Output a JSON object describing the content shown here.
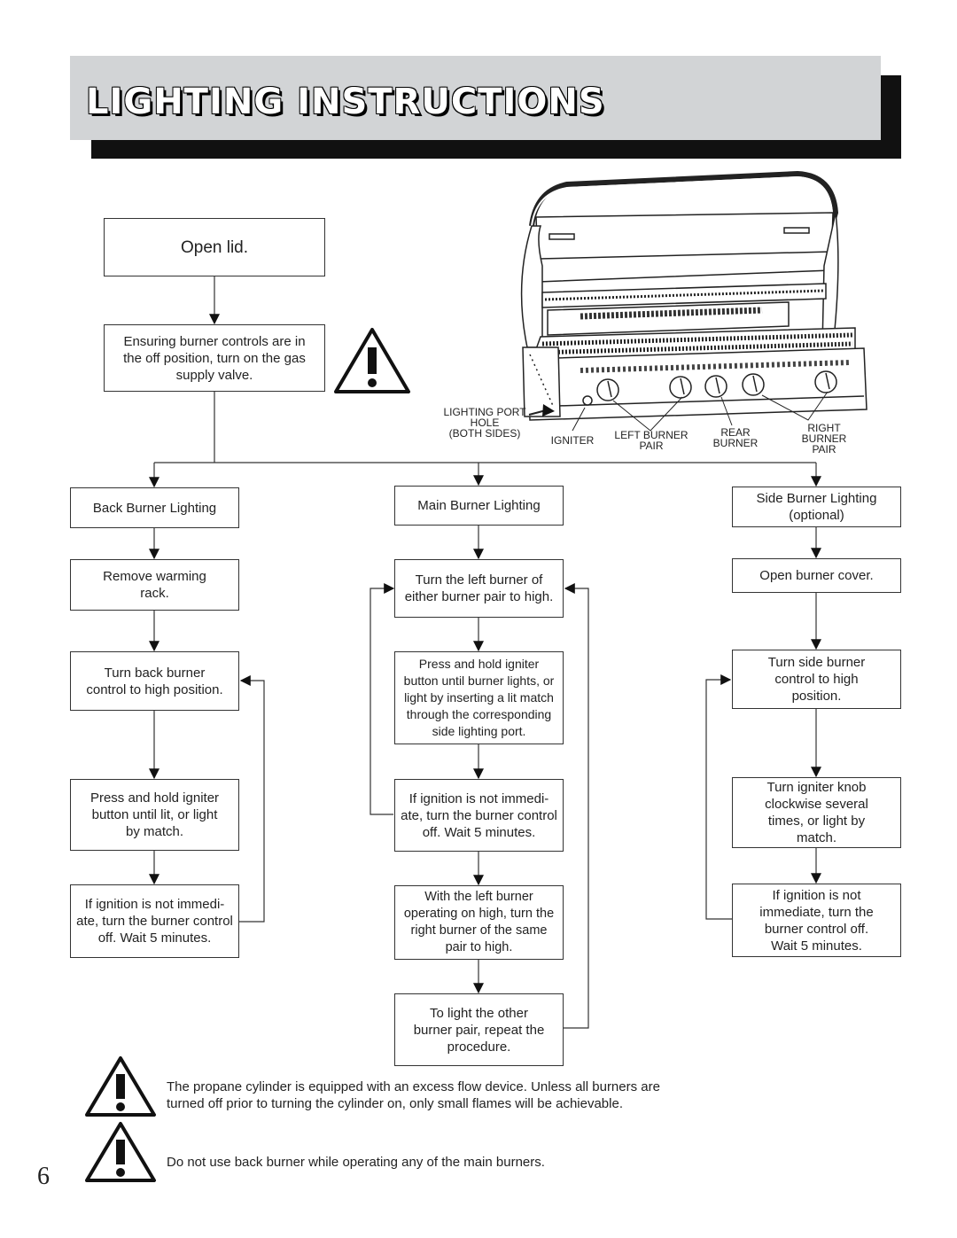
{
  "header": {
    "title": "LIGHTING INSTRUCTIONS"
  },
  "boxes": {
    "open_lid": "Open lid.",
    "ensure": "Ensuring burner controls are in\nthe off position, turn on the gas\nsupply valve.",
    "back": {
      "title": "Back Burner Lighting",
      "s1": "Remove warming\nrack.",
      "s2": "Turn back burner\ncontrol to high position.",
      "s3": "Press and hold igniter\nbutton until lit, or light\nby match.",
      "s4": "If ignition is not immedi-\nate, turn the burner control\noff.  Wait 5 minutes."
    },
    "main": {
      "title": "Main Burner Lighting",
      "s1": "Turn the left burner of\neither burner pair to high.",
      "s2": "Press and hold igniter\nbutton until burner lights, or\nlight by inserting a lit match\nthrough the corresponding\nside lighting port.",
      "s3": "If ignition is not immedi-\nate, turn the burner control\noff.  Wait 5 minutes.",
      "s4": "With the left burner\noperating on high, turn the\nright burner of the same\npair to high.",
      "s5": "To light the other\nburner pair, repeat the\nprocedure."
    },
    "side": {
      "title": "Side Burner Lighting\n(optional)",
      "s1": "Open burner cover.",
      "s2": "Turn side burner\ncontrol to high\nposition.",
      "s3": "Turn igniter knob\nclockwise several\ntimes, or light by\nmatch.",
      "s4": "If ignition is not\nimmediate, turn the\nburner control off.\nWait 5 minutes."
    }
  },
  "grill_labels": {
    "lighting_port": "LIGHTING PORT\nHOLE\n(BOTH SIDES)",
    "igniter": "IGNITER",
    "left_burner": "LEFT BURNER\nPAIR",
    "rear_burner": "REAR\nBURNER",
    "right_burner": "RIGHT\nBURNER\nPAIR"
  },
  "notes": {
    "propane": "The propane cylinder is equipped with an excess flow device.  Unless all burners are\nturned off prior to turning the cylinder on, only small flames will be achievable.",
    "back_burner": "Do not use back burner while operating any of the main burners."
  },
  "page_number": "6"
}
